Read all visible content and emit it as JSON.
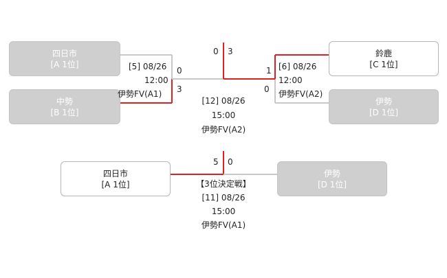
{
  "colors": {
    "win_line": "#e02020",
    "lose_line": "#c8c8c8",
    "loser_box": "#cfcfcf"
  },
  "teams": {
    "yokkaichi_top": {
      "name": "四日市",
      "rank": "[A 1位]"
    },
    "nakase": {
      "name": "中勢",
      "rank": "[B 1位]"
    },
    "suzuka": {
      "name": "鈴鹿",
      "rank": "[C 1位]"
    },
    "ise_top": {
      "name": "伊勢",
      "rank": "[D 1位]"
    },
    "yokkaichi_bottom": {
      "name": "四日市",
      "rank": "[A 1位]"
    },
    "ise_bottom": {
      "name": "伊勢",
      "rank": "[D 1位]"
    }
  },
  "matches": {
    "m5": {
      "info": "[5] 08/26",
      "time": "12:00",
      "venue": "伊勢FV(A1)",
      "score_top": "0",
      "score_bottom": "3"
    },
    "m6": {
      "info": "[6] 08/26",
      "time": "12:00",
      "venue": "伊勢FV(A2)",
      "score_top": "1",
      "score_bottom": "0"
    },
    "m12": {
      "info": "[12] 08/26",
      "time": "15:00",
      "venue": "伊勢FV(A2)",
      "score_left": "0",
      "score_right": "3"
    },
    "m11": {
      "title": "【3位決定戦】",
      "info": "[11] 08/26",
      "time": "15:00",
      "venue": "伊勢FV(A1)",
      "score_left": "5",
      "score_right": "0"
    }
  }
}
